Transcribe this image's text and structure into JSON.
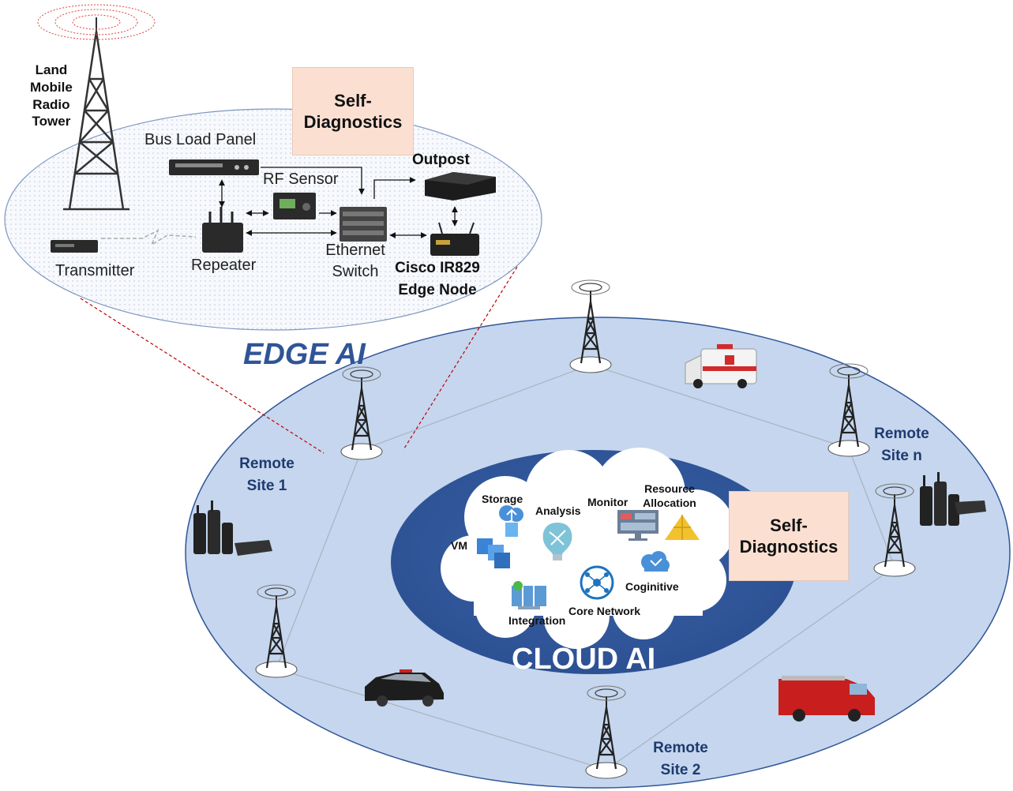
{
  "edge_panel": {
    "tower_label": [
      "Land",
      "Mobile",
      "Radio",
      "Tower"
    ],
    "self_diagnostics": [
      "Self-",
      "Diagnostics"
    ],
    "bus_load_panel": "Bus Load Panel",
    "rf_sensor": "RF Sensor",
    "outpost": "Outpost",
    "transmitter": "Transmitter",
    "repeater": "Repeater",
    "ethernet_switch": [
      "Ethernet",
      "Switch"
    ],
    "edge_node": [
      "Cisco IR829",
      "Edge Node"
    ]
  },
  "edge_title": "EDGE AI",
  "cloud_title": "CLOUD AI",
  "remote_sites": {
    "site1": [
      "Remote",
      "Site 1"
    ],
    "site2": [
      "Remote",
      "Site 2"
    ],
    "siten": [
      "Remote",
      "Site n"
    ]
  },
  "cloud_services": {
    "storage": "Storage",
    "analysis": "Analysis",
    "monitor": "Monitor",
    "resource_allocation": [
      "Resource",
      "Allocation"
    ],
    "vm": "VM",
    "integration": "Integration",
    "core_network": "Core Network",
    "cognitive": "Coginitive"
  },
  "cloud_self_diagnostics": [
    "Self-",
    "Diagnostics"
  ],
  "colors": {
    "outer_region": "#c5d6ee",
    "inner_oval": "#2f5597",
    "edge_title": "#2f5597",
    "self_diag_fill": "#fbe0d2",
    "site_label": "#1f3a6e",
    "link_line": "#a9b3c0",
    "zoom_lines": "#c00000"
  },
  "icons": [
    "tower-icon",
    "radio-icon",
    "ambulance-icon",
    "police-car-icon",
    "fire-truck-icon",
    "storage-icon",
    "brain-icon",
    "monitor-icon",
    "pyramid-icon",
    "vm-icon",
    "puzzle-icon",
    "network-icon",
    "cognitive-icon"
  ]
}
